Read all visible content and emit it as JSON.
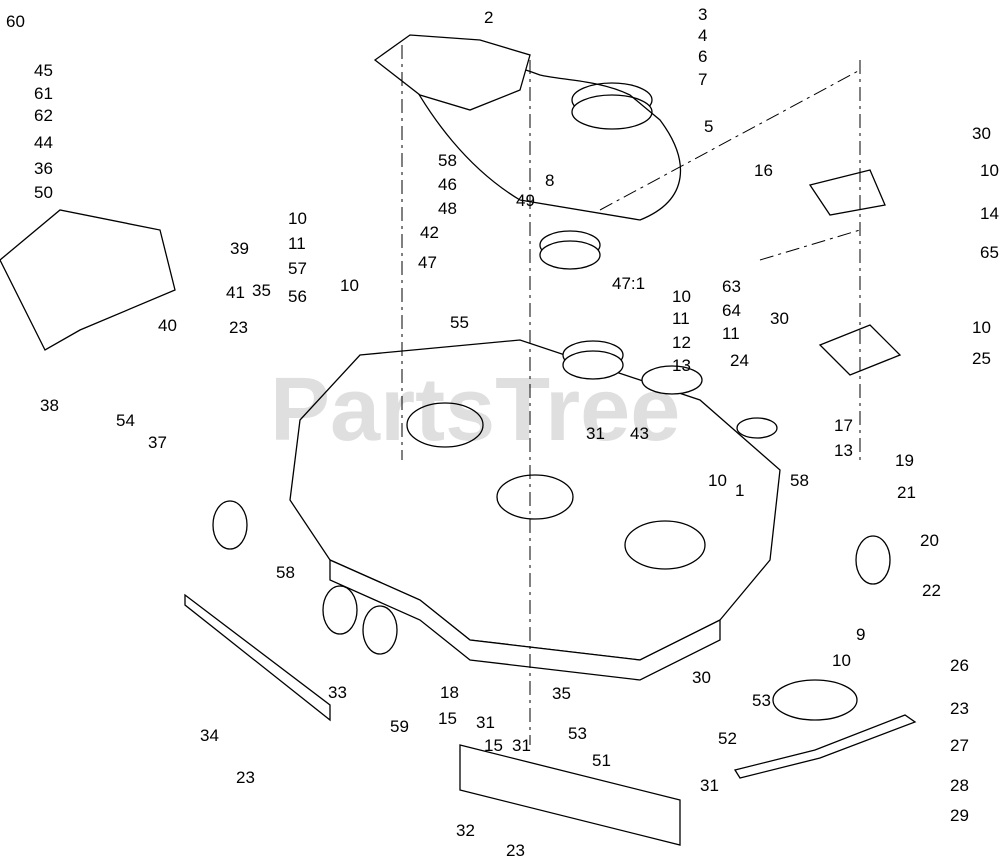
{
  "diagram": {
    "watermark": "PartsTree",
    "callouts": [
      "60",
      "2",
      "3",
      "4",
      "6",
      "7",
      "45",
      "61",
      "62",
      "44",
      "36",
      "50",
      "5",
      "30",
      "10",
      "16",
      "14",
      "65",
      "58",
      "46",
      "48",
      "42",
      "47",
      "47:1",
      "49",
      "8",
      "10",
      "11",
      "57",
      "56",
      "10",
      "41",
      "23",
      "55",
      "35",
      "39",
      "40",
      "38",
      "54",
      "37",
      "10",
      "11",
      "12",
      "13",
      "63",
      "64",
      "11",
      "24",
      "30",
      "10",
      "25",
      "31",
      "43",
      "17",
      "13",
      "10",
      "58",
      "1",
      "19",
      "21",
      "20",
      "22",
      "9",
      "10",
      "58",
      "33",
      "34",
      "23",
      "18",
      "15",
      "31",
      "15",
      "31",
      "59",
      "35",
      "53",
      "51",
      "30",
      "53",
      "52",
      "31",
      "26",
      "23",
      "27",
      "28",
      "29",
      "32",
      "23"
    ]
  }
}
